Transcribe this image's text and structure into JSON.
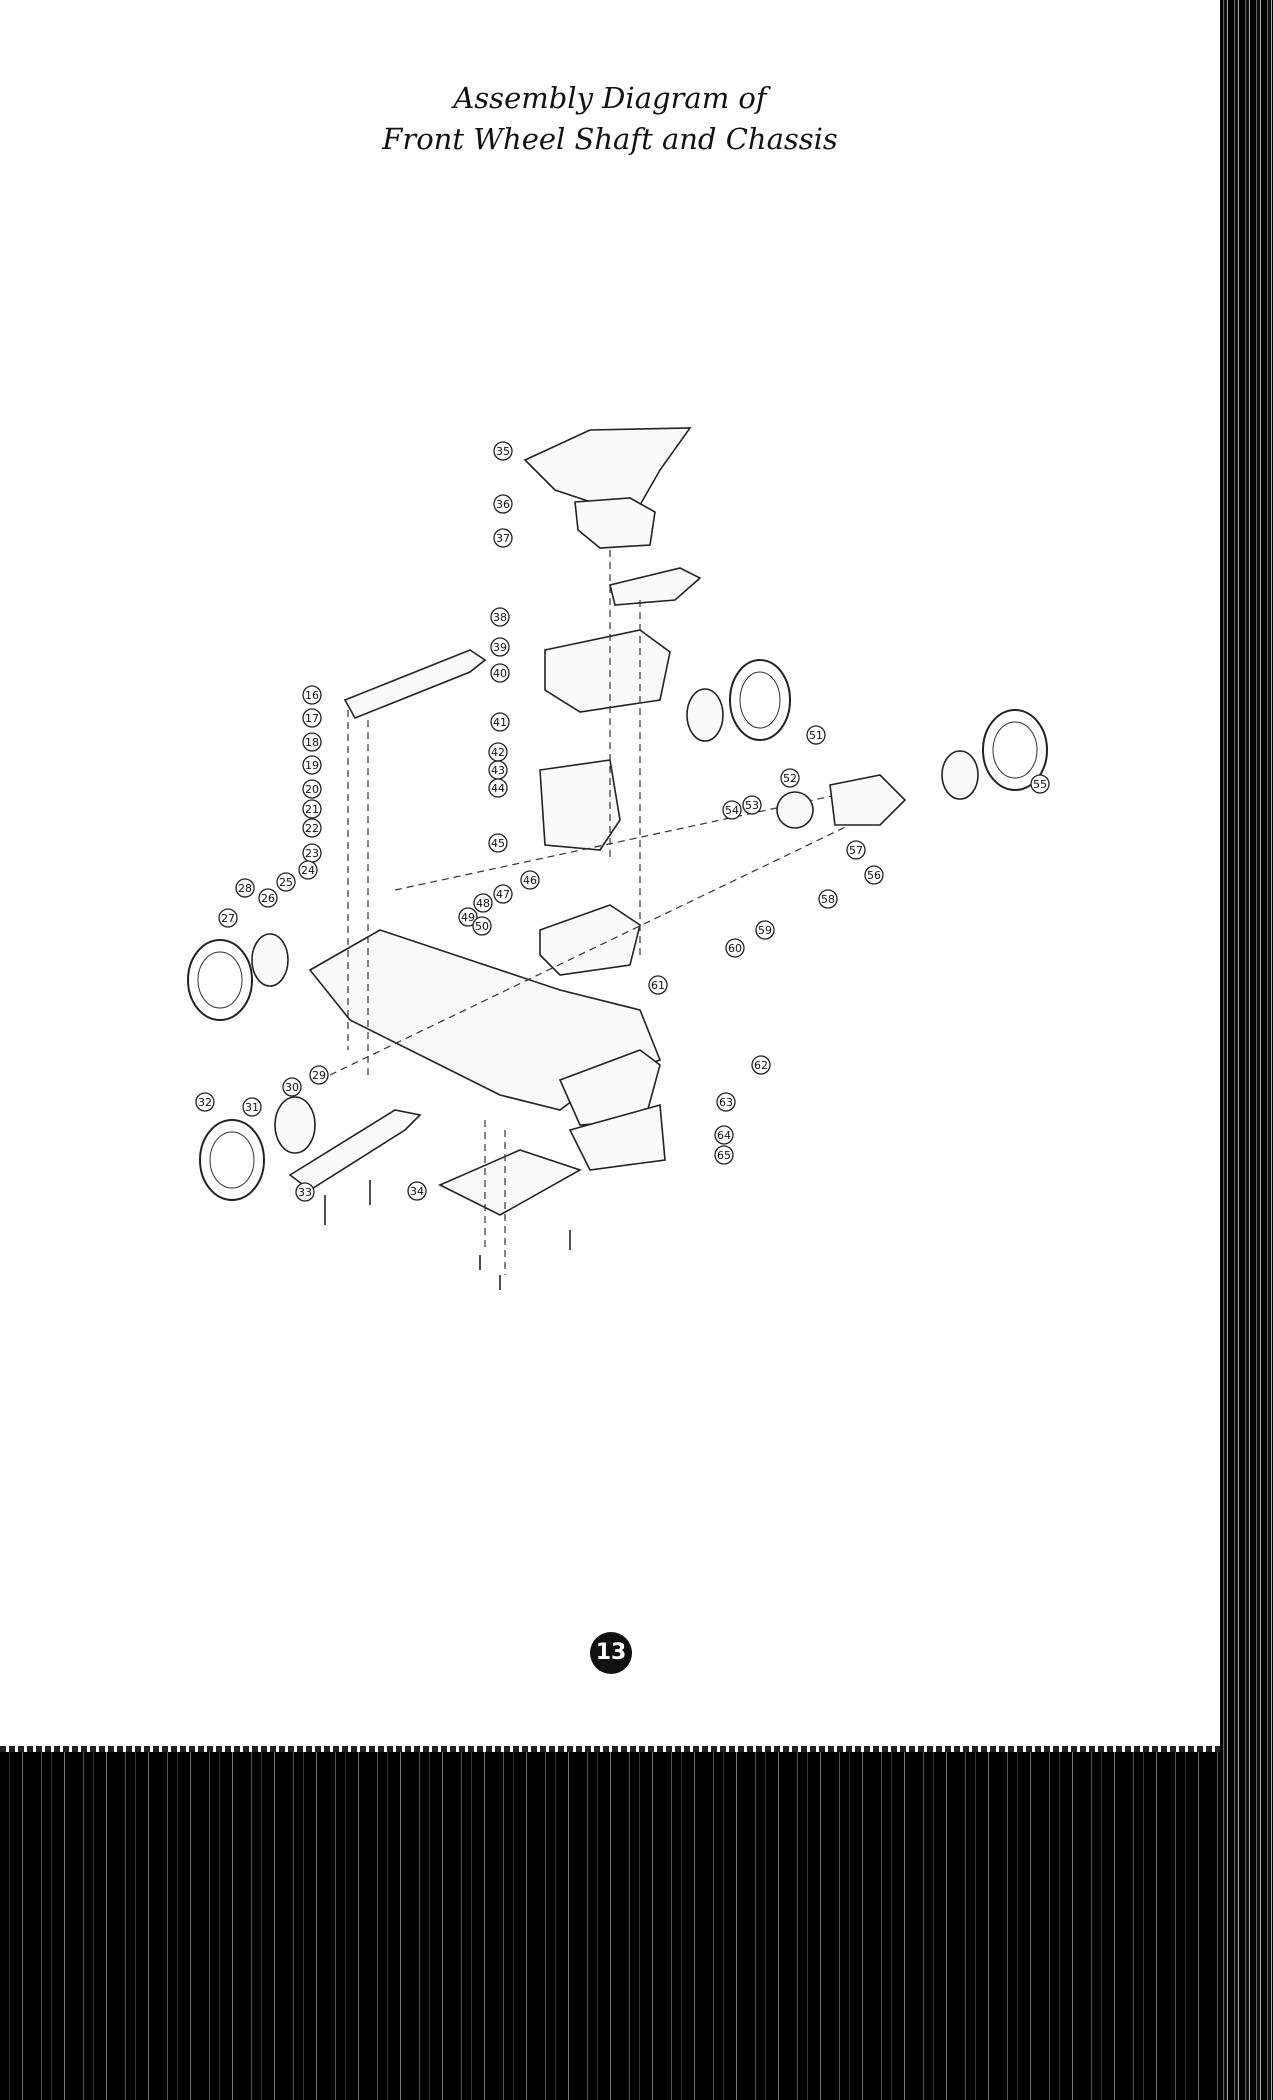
{
  "title": {
    "line1": "Assembly Diagram of",
    "line2": "Front Wheel Shaft and Chassis"
  },
  "page_number": "13",
  "part_labels": [
    "35",
    "36",
    "37",
    "38",
    "39",
    "40",
    "16",
    "17",
    "18",
    "19",
    "20",
    "21",
    "22",
    "23",
    "24",
    "25",
    "26",
    "27",
    "28",
    "29",
    "30",
    "31",
    "32",
    "33",
    "34",
    "41",
    "42",
    "43",
    "44",
    "45",
    "46",
    "47",
    "48",
    "49",
    "50",
    "51",
    "52",
    "53",
    "54",
    "55",
    "56",
    "57",
    "58",
    "59",
    "60",
    "61",
    "62",
    "63",
    "64",
    "65"
  ]
}
